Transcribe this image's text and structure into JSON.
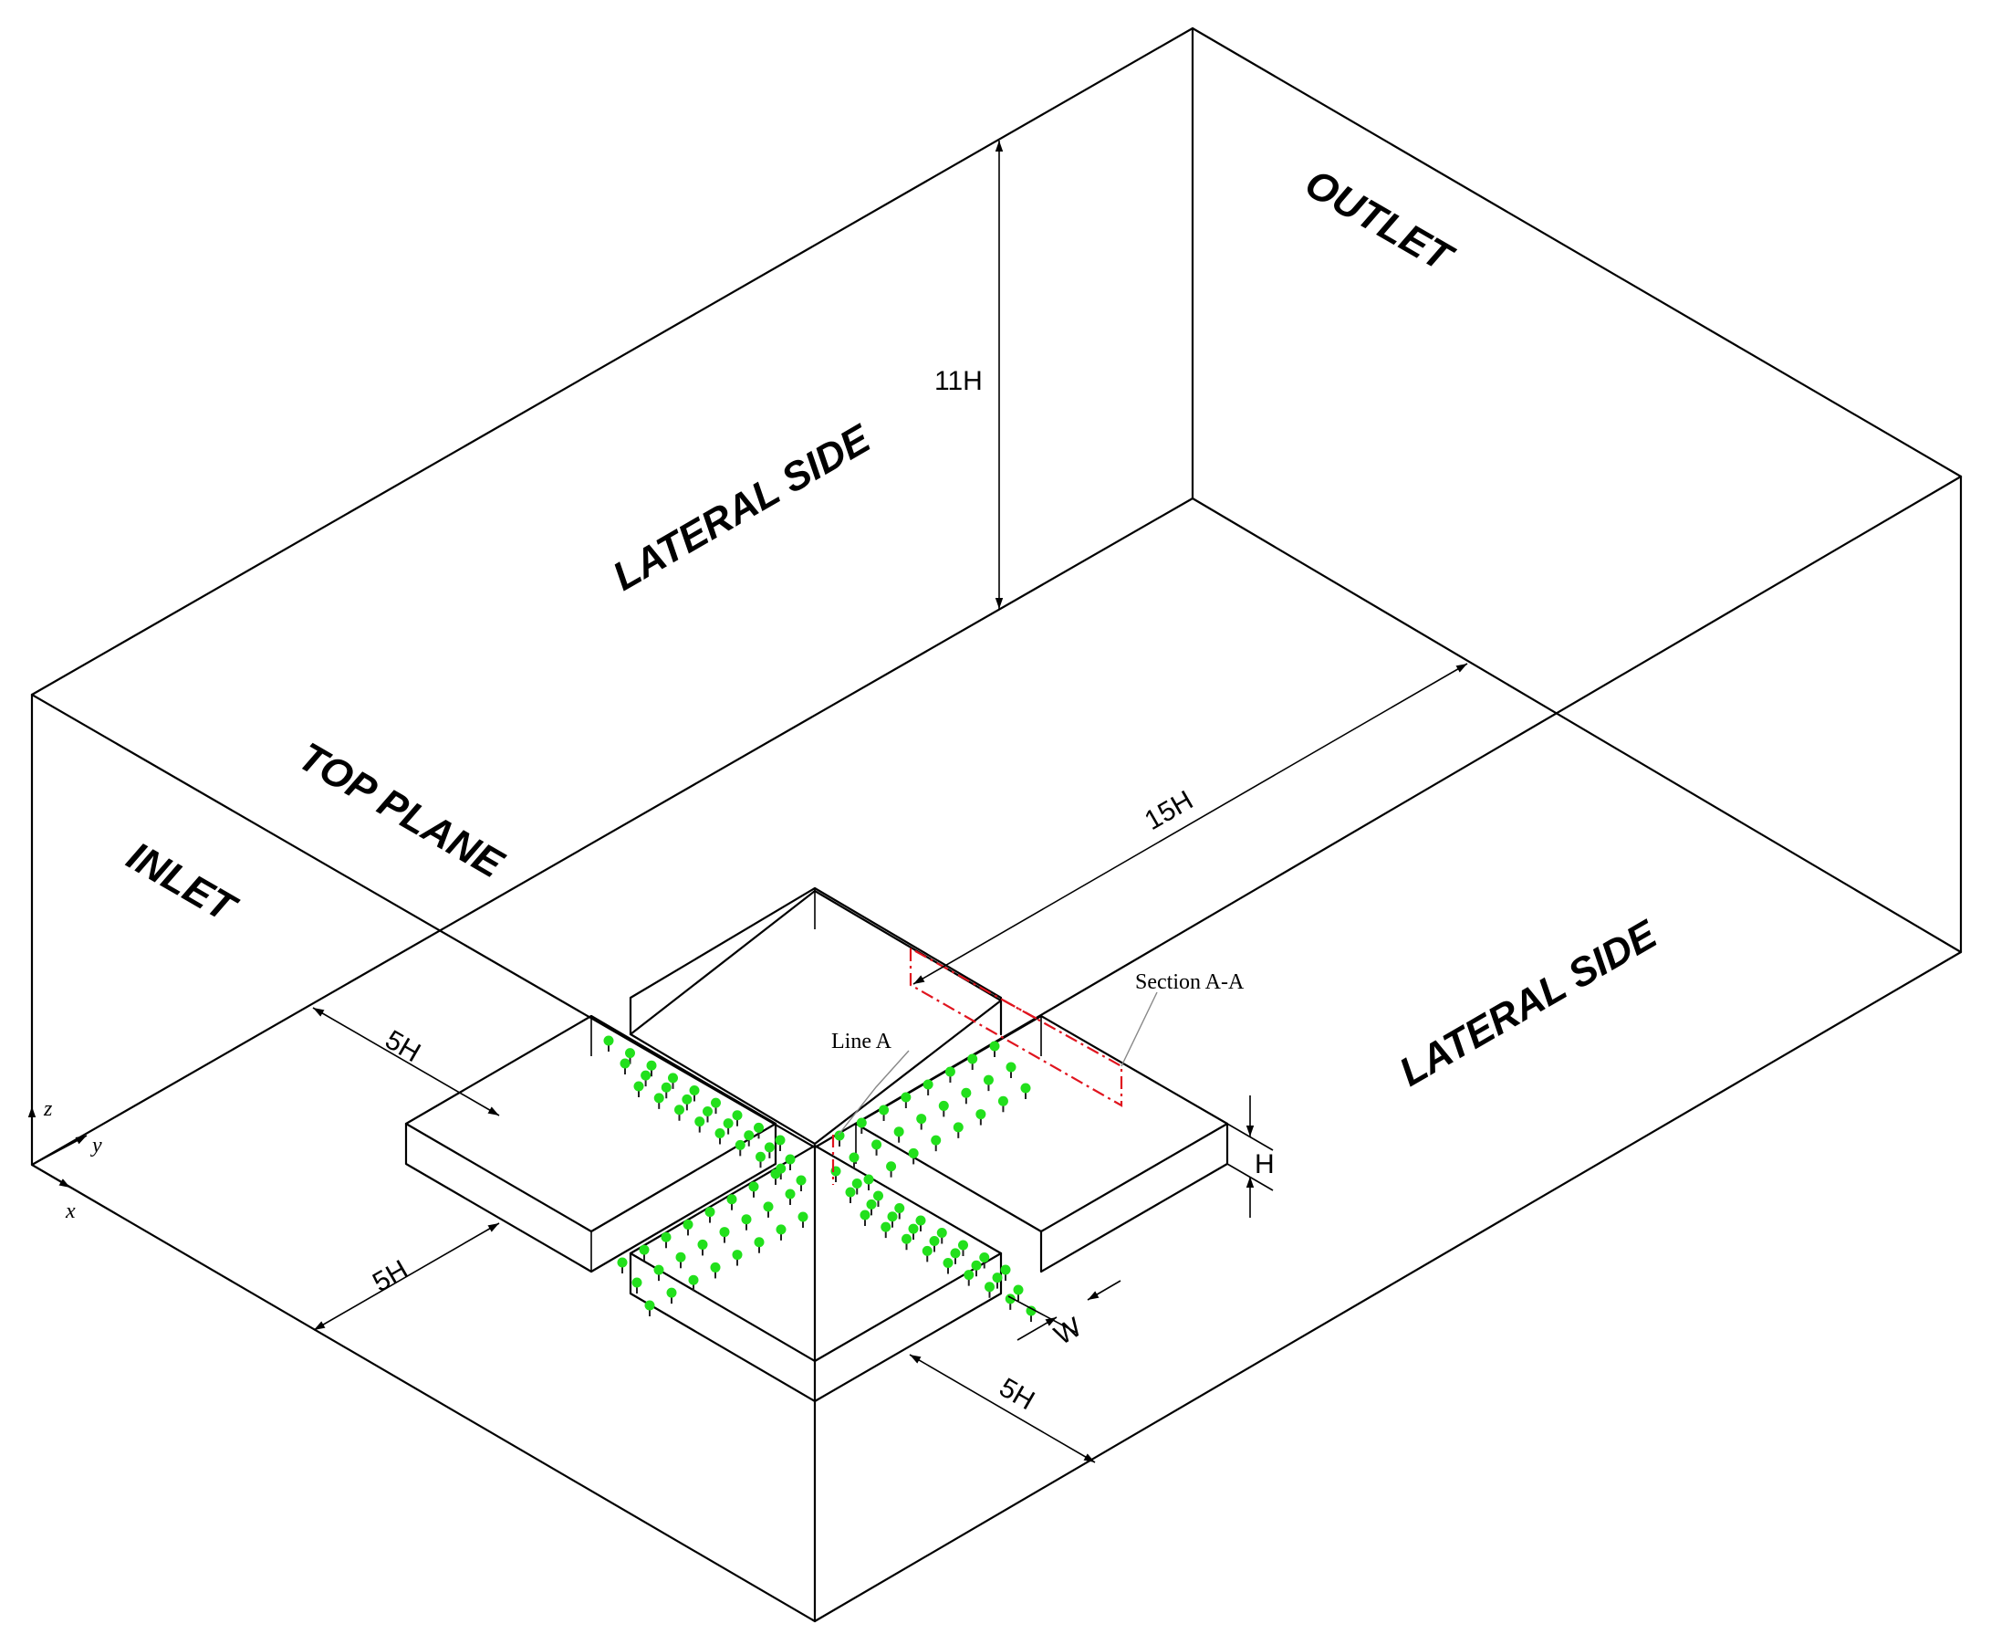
{
  "boundaries": {
    "outlet": "OUTLET",
    "lateral_side_back": "LATERAL SIDE",
    "top_plane": "TOP PLANE",
    "inlet": "INLET",
    "lateral_side_front": "LATERAL SIDE"
  },
  "dimensions": {
    "height_domain": "11H",
    "length_downstream": "15H",
    "upstream_left": "5H",
    "upstream_front": "5H",
    "lateral_front": "5H",
    "building_height": "H",
    "street_width": "W"
  },
  "annotations": {
    "line_a": "Line A",
    "section_a_a": "Section A-A"
  },
  "axes": {
    "z": "z",
    "y": "y",
    "x": "x"
  },
  "colors": {
    "edge": "#000000",
    "section": "#e0141e",
    "tree_crown": "#22e01c",
    "tree_trunk": "#222222"
  }
}
